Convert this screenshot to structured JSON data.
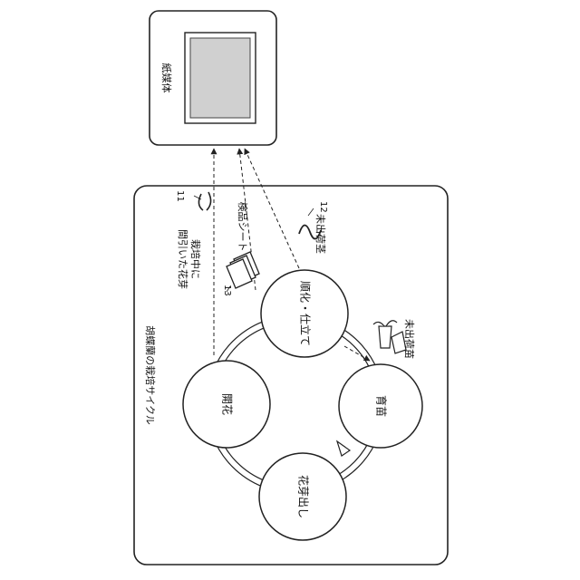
{
  "device": {
    "name": "紙媒体"
  },
  "diagram": {
    "title": "胡蝶蘭の栽培サイクル",
    "stages": {
      "kaika": "開花",
      "junka": "順化・仕立て",
      "ikubyo": "育苗",
      "katsudashi": "花芽出し"
    },
    "labels": {
      "thinned_flower": "栽培中に 間引いた花芽",
      "thinned_flower_line1": "栽培中に",
      "thinned_flower_line2": "間引いた花芽",
      "sheet": "検品シート",
      "unshipped_stem": "未出荷茎",
      "unshipped_seedling": "未出荷苗"
    },
    "refs": {
      "r11": "11",
      "r12": "12",
      "r13": "13"
    }
  }
}
